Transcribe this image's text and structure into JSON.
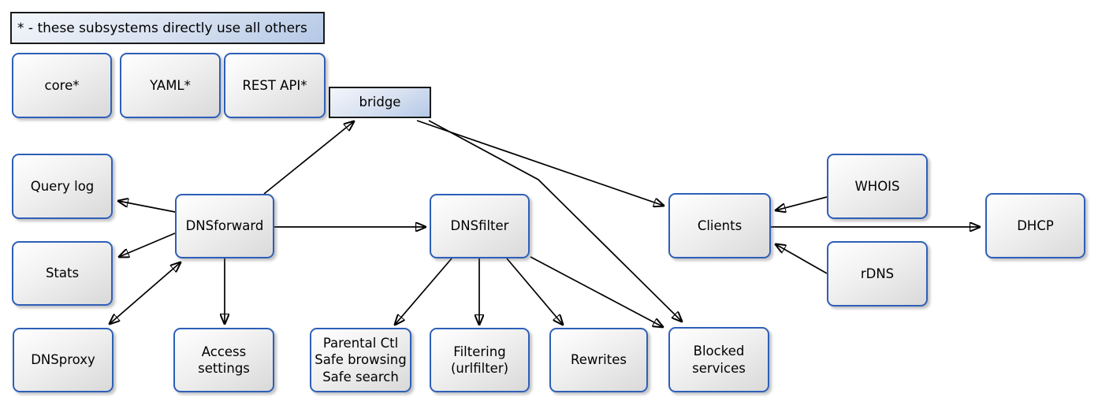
{
  "diagram": {
    "note": "* - these subsystems directly use all others",
    "nodes": {
      "core": {
        "label": "core*"
      },
      "yaml": {
        "label": "YAML*"
      },
      "rest_api": {
        "label": "REST API*"
      },
      "bridge": {
        "label": "bridge"
      },
      "query_log": {
        "label": "Query log"
      },
      "stats": {
        "label": "Stats"
      },
      "dnsproxy": {
        "label": "DNSproxy"
      },
      "dnsforward": {
        "label": "DNSforward"
      },
      "access": {
        "label": "Access\nsettings"
      },
      "dnsfilter": {
        "label": "DNSfilter"
      },
      "parental": {
        "label": "Parental Ctl\nSafe browsing\nSafe search"
      },
      "filtering": {
        "label": "Filtering\n(urlfilter)"
      },
      "rewrites": {
        "label": "Rewrites"
      },
      "blocked": {
        "label": "Blocked\nservices"
      },
      "clients": {
        "label": "Clients"
      },
      "whois": {
        "label": "WHOIS"
      },
      "rdns": {
        "label": "rDNS"
      },
      "dhcp": {
        "label": "DHCP"
      }
    },
    "edges": [
      {
        "from": "DNSforward",
        "to": "bridge",
        "type": "directed"
      },
      {
        "from": "bridge",
        "to": "Clients",
        "type": "directed"
      },
      {
        "from": "bridge",
        "to": "Blocked services",
        "type": "directed"
      },
      {
        "from": "DNSforward",
        "to": "Query log",
        "type": "directed"
      },
      {
        "from": "DNSforward",
        "to": "Stats",
        "type": "directed"
      },
      {
        "from": "DNSforward",
        "to": "DNSproxy",
        "type": "bidirectional"
      },
      {
        "from": "DNSforward",
        "to": "Access settings",
        "type": "directed"
      },
      {
        "from": "DNSforward",
        "to": "DNSfilter",
        "type": "directed"
      },
      {
        "from": "DNSfilter",
        "to": "Parental Ctl / Safe browsing / Safe search",
        "type": "directed"
      },
      {
        "from": "DNSfilter",
        "to": "Filtering (urlfilter)",
        "type": "directed"
      },
      {
        "from": "DNSfilter",
        "to": "Rewrites",
        "type": "directed"
      },
      {
        "from": "DNSfilter",
        "to": "Blocked services",
        "type": "directed"
      },
      {
        "from": "WHOIS",
        "to": "Clients",
        "type": "directed"
      },
      {
        "from": "rDNS",
        "to": "Clients",
        "type": "directed"
      },
      {
        "from": "Clients",
        "to": "DHCP",
        "type": "directed"
      }
    ]
  },
  "colors": {
    "node_border": "#2e5fb7",
    "node_fill_bottom": "#d9d9d9",
    "blue_fill_from": "#f3f6fb",
    "blue_fill_to": "#b4c8e6",
    "edge": "#000000"
  }
}
